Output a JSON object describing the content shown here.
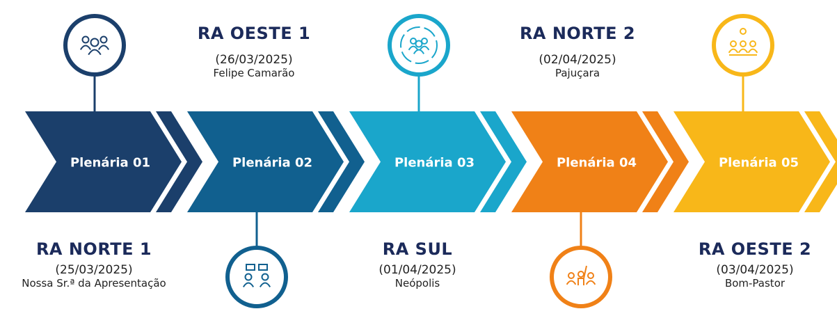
{
  "colors": {
    "navy": "#1b3f6b",
    "blue": "#11608f",
    "cyan": "#1aa6cb",
    "orange": "#f08117",
    "yellow": "#f8b719",
    "region_text": "#1b2a5a"
  },
  "stages": [
    {
      "label": "Plenária 01",
      "region": "RA NORTE 1",
      "date": "(25/03/2025)",
      "place": "Nossa Sr.ª da Apresentação",
      "position": "below",
      "icon": "team-group-icon"
    },
    {
      "label": "Plenária 02",
      "region": "RA OESTE 1",
      "date": "(26/03/2025)",
      "place": "Felipe Camarão",
      "position": "above",
      "icon": "discussion-group-icon"
    },
    {
      "label": "Plenária 03",
      "region": "RA SUL",
      "date": "(01/04/2025)",
      "place": "Neópolis",
      "position": "below",
      "icon": "people-cycle-icon"
    },
    {
      "label": "Plenária 04",
      "region": "RA NORTE 2",
      "date": "(02/04/2025)",
      "place": "Pajuçara",
      "position": "above",
      "icon": "raised-hand-icon"
    },
    {
      "label": "Plenária 05",
      "region": "RA OESTE 2",
      "date": "(03/04/2025)",
      "place": "Bom-Pastor",
      "position": "below",
      "icon": "meeting-idea-icon"
    }
  ]
}
